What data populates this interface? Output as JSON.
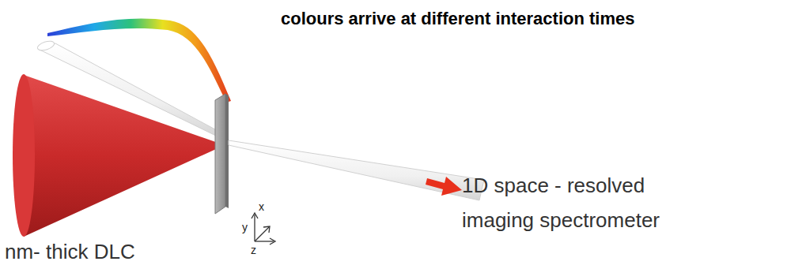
{
  "diagram": {
    "labels": [
      "colours arrive at different interaction times",
      "nm- thick DLC",
      "1D space - resolved imaging spectrometer",
      "x",
      "y",
      "z"
    ]
  }
}
